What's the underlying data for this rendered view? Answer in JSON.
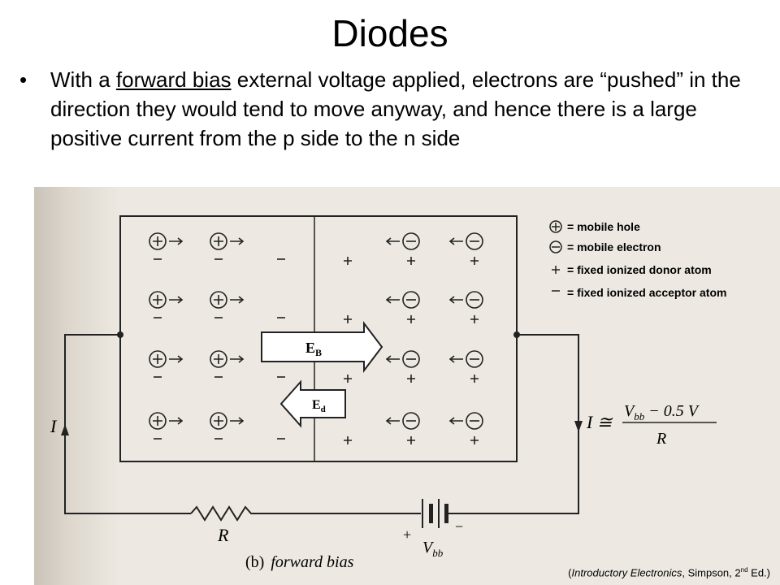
{
  "title": "Diodes",
  "bullet": {
    "before": "With a ",
    "link": "forward bias",
    "after": " external voltage applied, electrons are “pushed” in the direction they would tend to move anyway, and hence there is a large positive current from the p side to the n side"
  },
  "legend": {
    "hole": "= mobile hole",
    "electron": "= mobile electron",
    "donor": "= fixed ionized donor atom",
    "acceptor": "= fixed ionized acceptor atom"
  },
  "diagram": {
    "field_built_in": "E",
    "field_built_in_sub": "B",
    "field_applied": "E",
    "field_applied_sub": "d",
    "current_left": "I",
    "current_eq_lhs": "I ≅",
    "current_eq_num": "V",
    "current_eq_num_sub": "bb",
    "current_eq_num_rest": " − 0.5 V",
    "current_eq_den": "R",
    "resistor_label": "R",
    "battery_label": "V",
    "battery_label_sub": "bb",
    "battery_plus": "+",
    "battery_minus": "−",
    "caption_b": "(b)",
    "caption_text": "forward bias"
  },
  "citation": {
    "open": "(",
    "book": "Introductory Electronics",
    "author": ", Simpson, 2",
    "sup": "nd",
    "end": " Ed.)"
  }
}
